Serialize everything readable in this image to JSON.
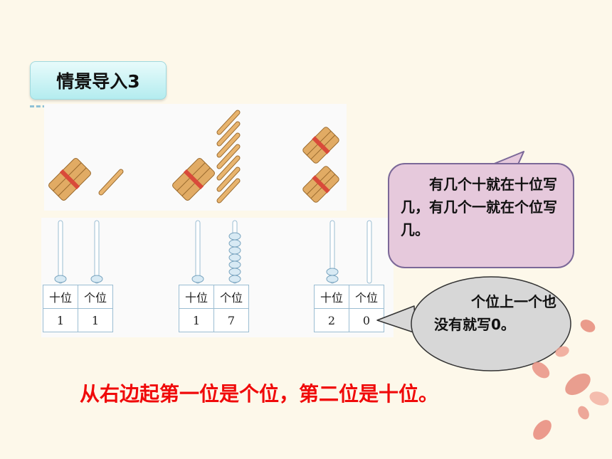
{
  "title": "情景导入3",
  "tables": [
    {
      "tens_header": "十位",
      "ones_header": "个位",
      "tens_value": "1",
      "ones_value": "1"
    },
    {
      "tens_header": "十位",
      "ones_header": "个位",
      "tens_value": "1",
      "ones_value": "7"
    },
    {
      "tens_header": "十位",
      "ones_header": "个位",
      "tens_value": "2",
      "ones_value": "0"
    }
  ],
  "bubble_top": "有几个十就在十位写几，有几个一就在个位写几。",
  "bubble_bottom": "个位上一个也没有就写0。",
  "bottom_text": "从右边起第一位是个位，第二位是十位。",
  "colors": {
    "accent_red": "#f00a0a",
    "bubble_pink": "#e6c9dc",
    "bubble_border": "#7b6898",
    "bubble_gray": "#d7d7d7",
    "title_tab": "#c4f0f2"
  }
}
